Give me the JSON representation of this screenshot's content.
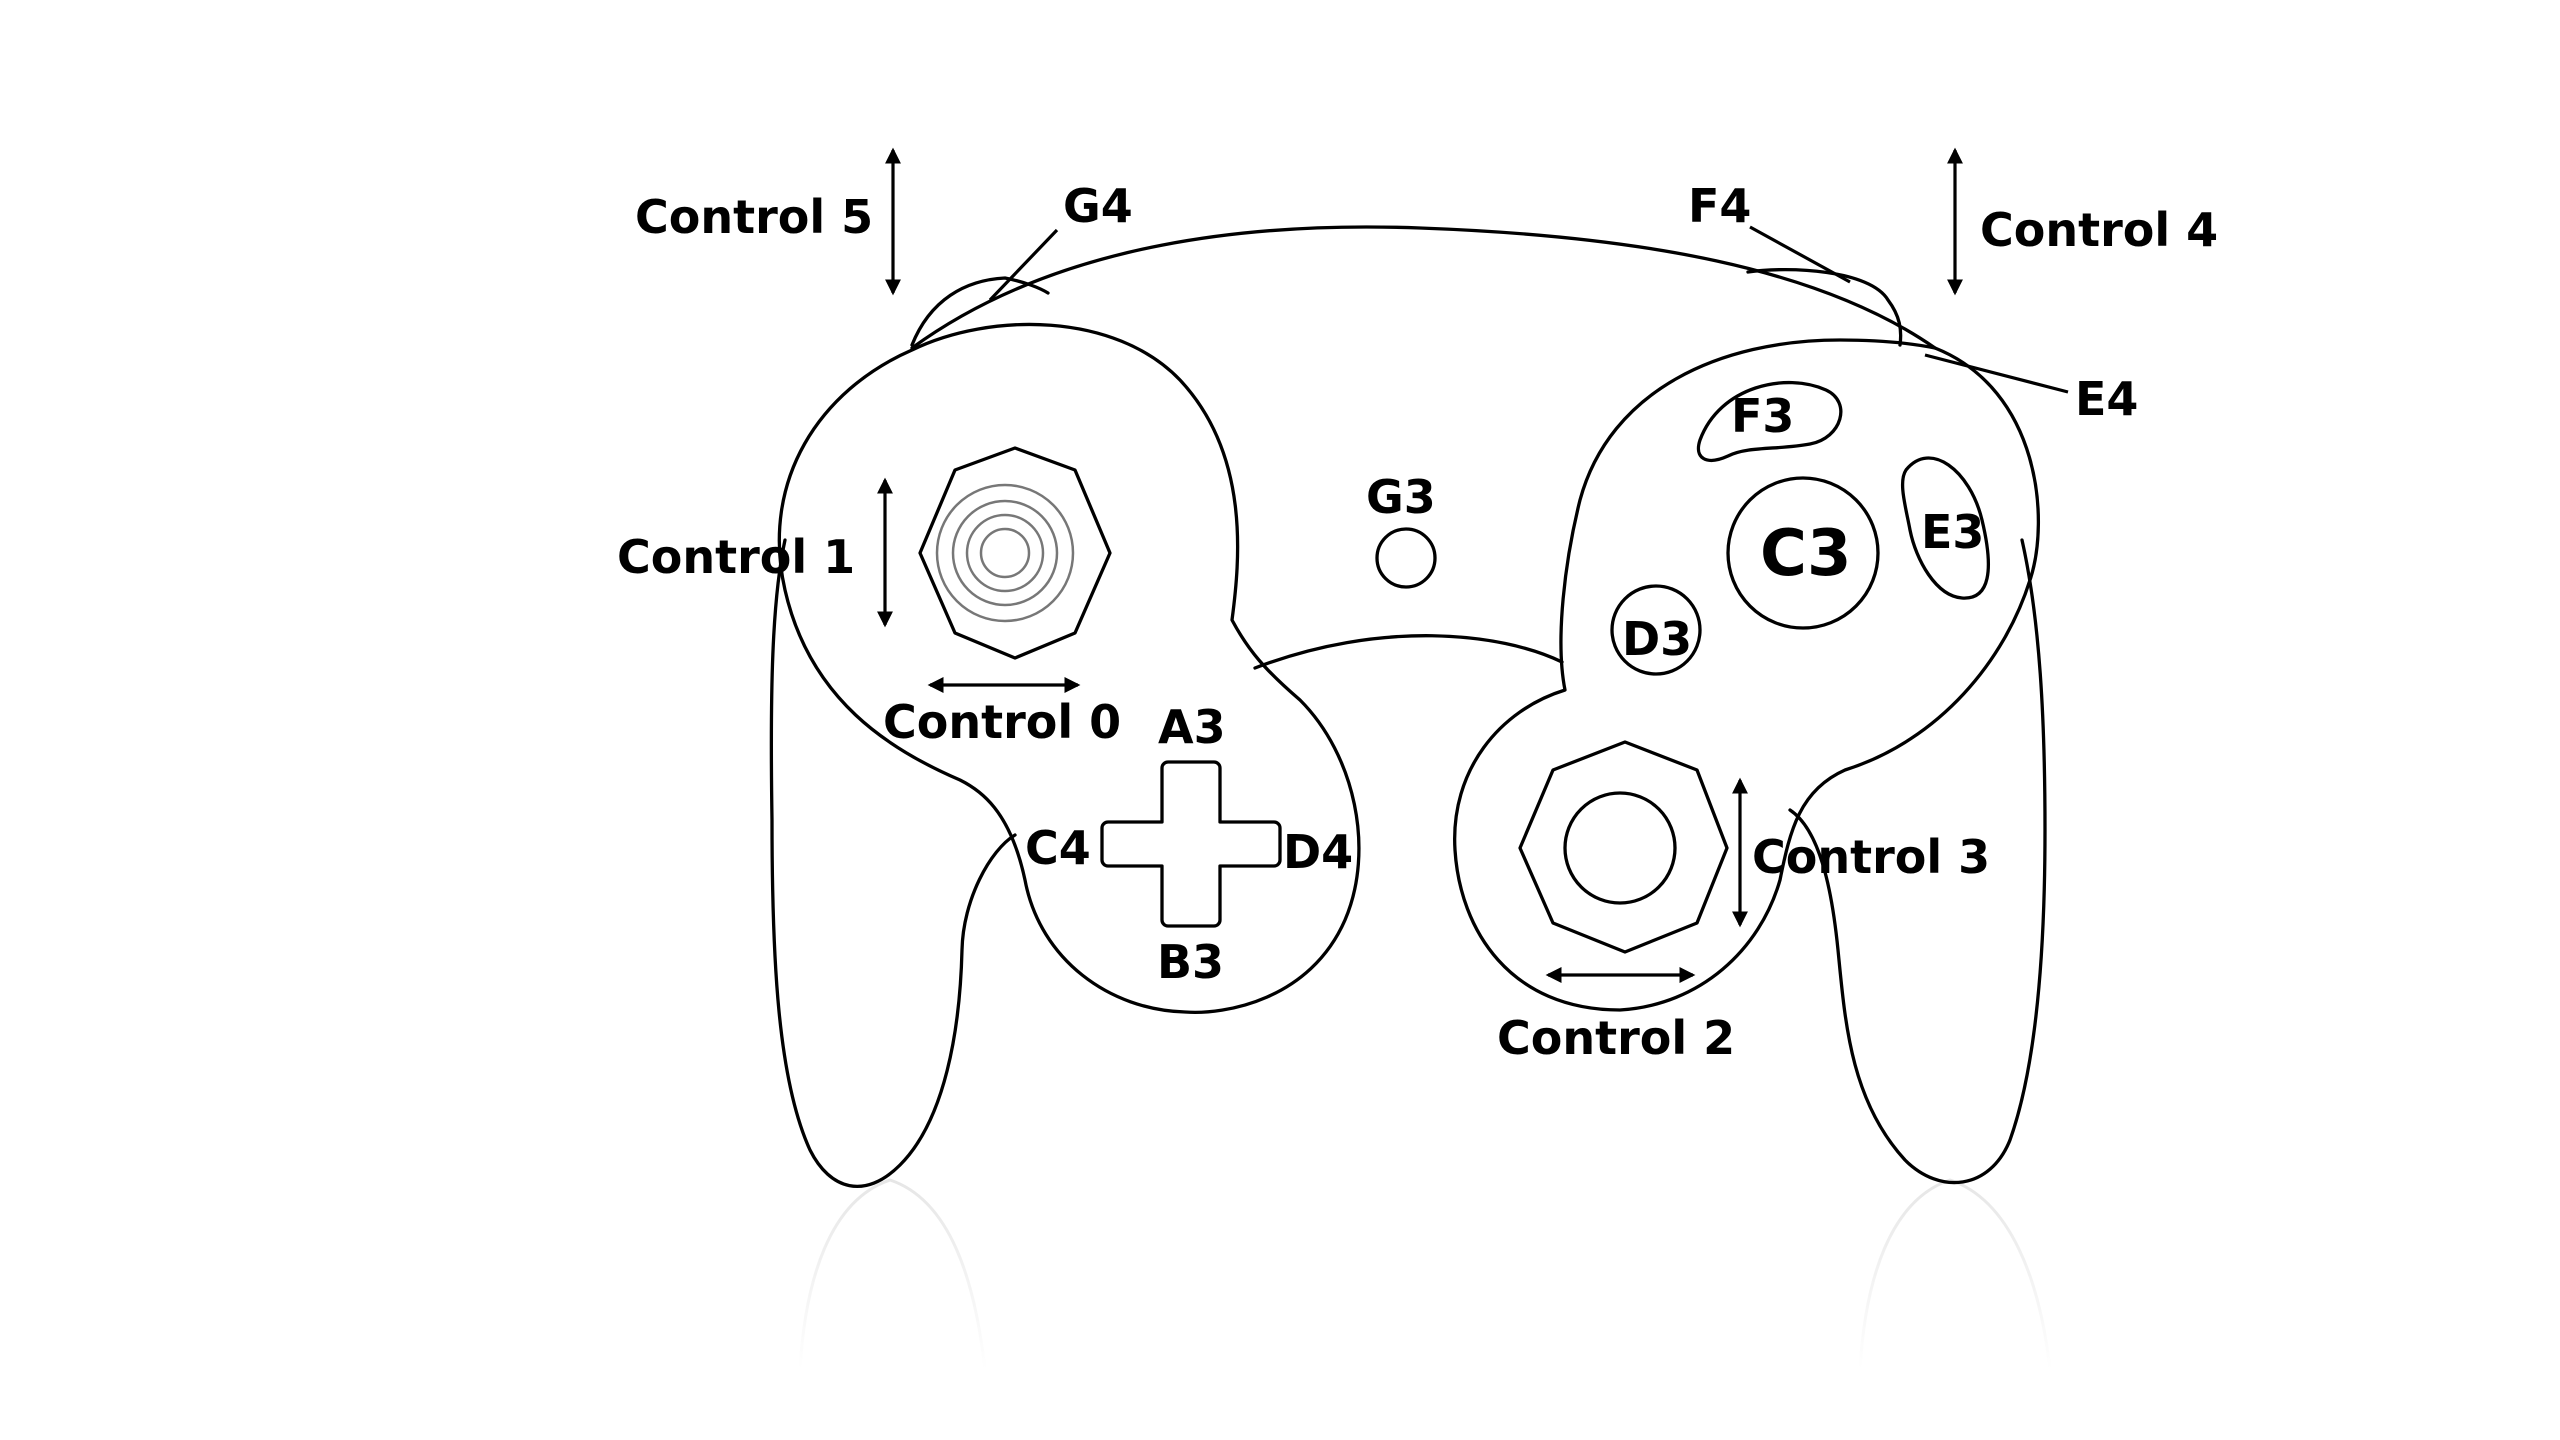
{
  "labels": {
    "control_0": "Control 0",
    "control_1": "Control 1",
    "control_2": "Control 2",
    "control_3": "Control 3",
    "control_4": "Control 4",
    "control_5": "Control 5",
    "a3": "A3",
    "b3": "B3",
    "c3": "C3",
    "d3": "D3",
    "e3": "E3",
    "f3": "F3",
    "g3": "G3",
    "c4": "C4",
    "d4": "D4",
    "e4": "E4",
    "f4": "F4",
    "g4": "G4"
  }
}
